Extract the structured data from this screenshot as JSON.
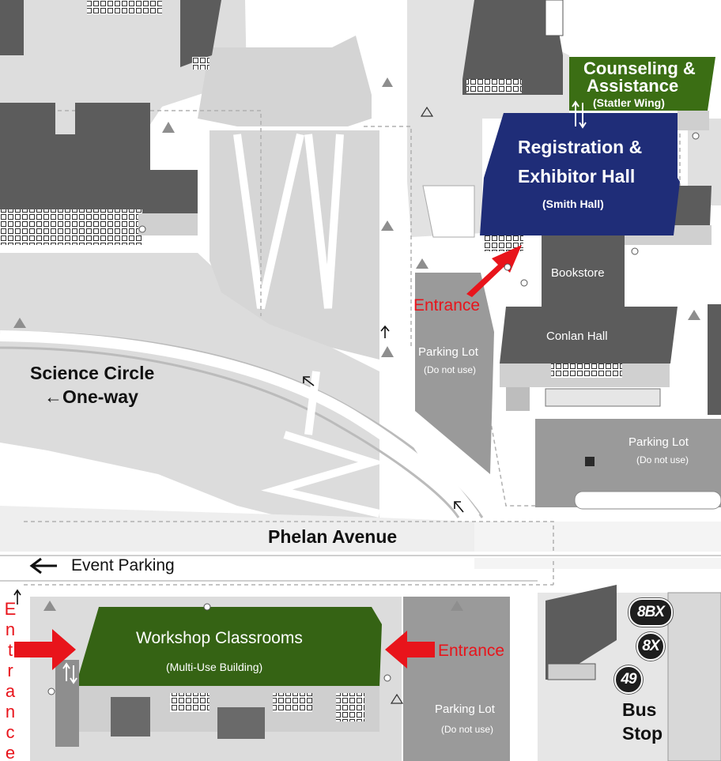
{
  "buildings": {
    "counseling": {
      "title_line1": "Counseling &",
      "title_line2": "Assistance",
      "subtitle": "(Statler Wing)"
    },
    "registration": {
      "title_line1": "Registration &",
      "title_line2": "Exhibitor Hall",
      "subtitle": "(Smith Hall)"
    },
    "bookstore": {
      "label": "Bookstore"
    },
    "conlan": {
      "label": "Conlan Hall"
    },
    "workshop": {
      "title": "Workshop Classrooms",
      "subtitle": "(Multi-Use Building)"
    }
  },
  "parking_lots": [
    {
      "label": "Parking Lot",
      "note": "(Do not use)"
    },
    {
      "label": "Parking Lot",
      "note": "(Do not use)"
    },
    {
      "label": "Parking Lot",
      "note": "(Do not use)"
    }
  ],
  "roads": {
    "science_circle": "Science Circle",
    "science_circle_dir": "←One-way",
    "phelan": "Phelan Avenue",
    "event_parking": "Event Parking"
  },
  "entrances": {
    "registration": "Entrance",
    "workshop_right": "Entrance",
    "workshop_left_vertical": [
      "E",
      "n",
      "t",
      "r",
      "a",
      "n",
      "c",
      "e"
    ]
  },
  "bus": {
    "routes": [
      "8BX",
      "8X",
      "49"
    ],
    "stop_line1": "Bus",
    "stop_line2": "Stop"
  },
  "colors": {
    "registration_blue": "#1f2d78",
    "counseling_green": "#3b6e14",
    "workshop_green": "#356314",
    "entrance_red": "#e8141b",
    "building_gray": "#5c5c5c",
    "lot_gray": "#9a9a9a",
    "ground_gray": "#dcdcdc"
  },
  "icons": [
    "up-triangle-marker",
    "entrance-arrow",
    "elevator-arrows-icon",
    "direction-arrow"
  ]
}
